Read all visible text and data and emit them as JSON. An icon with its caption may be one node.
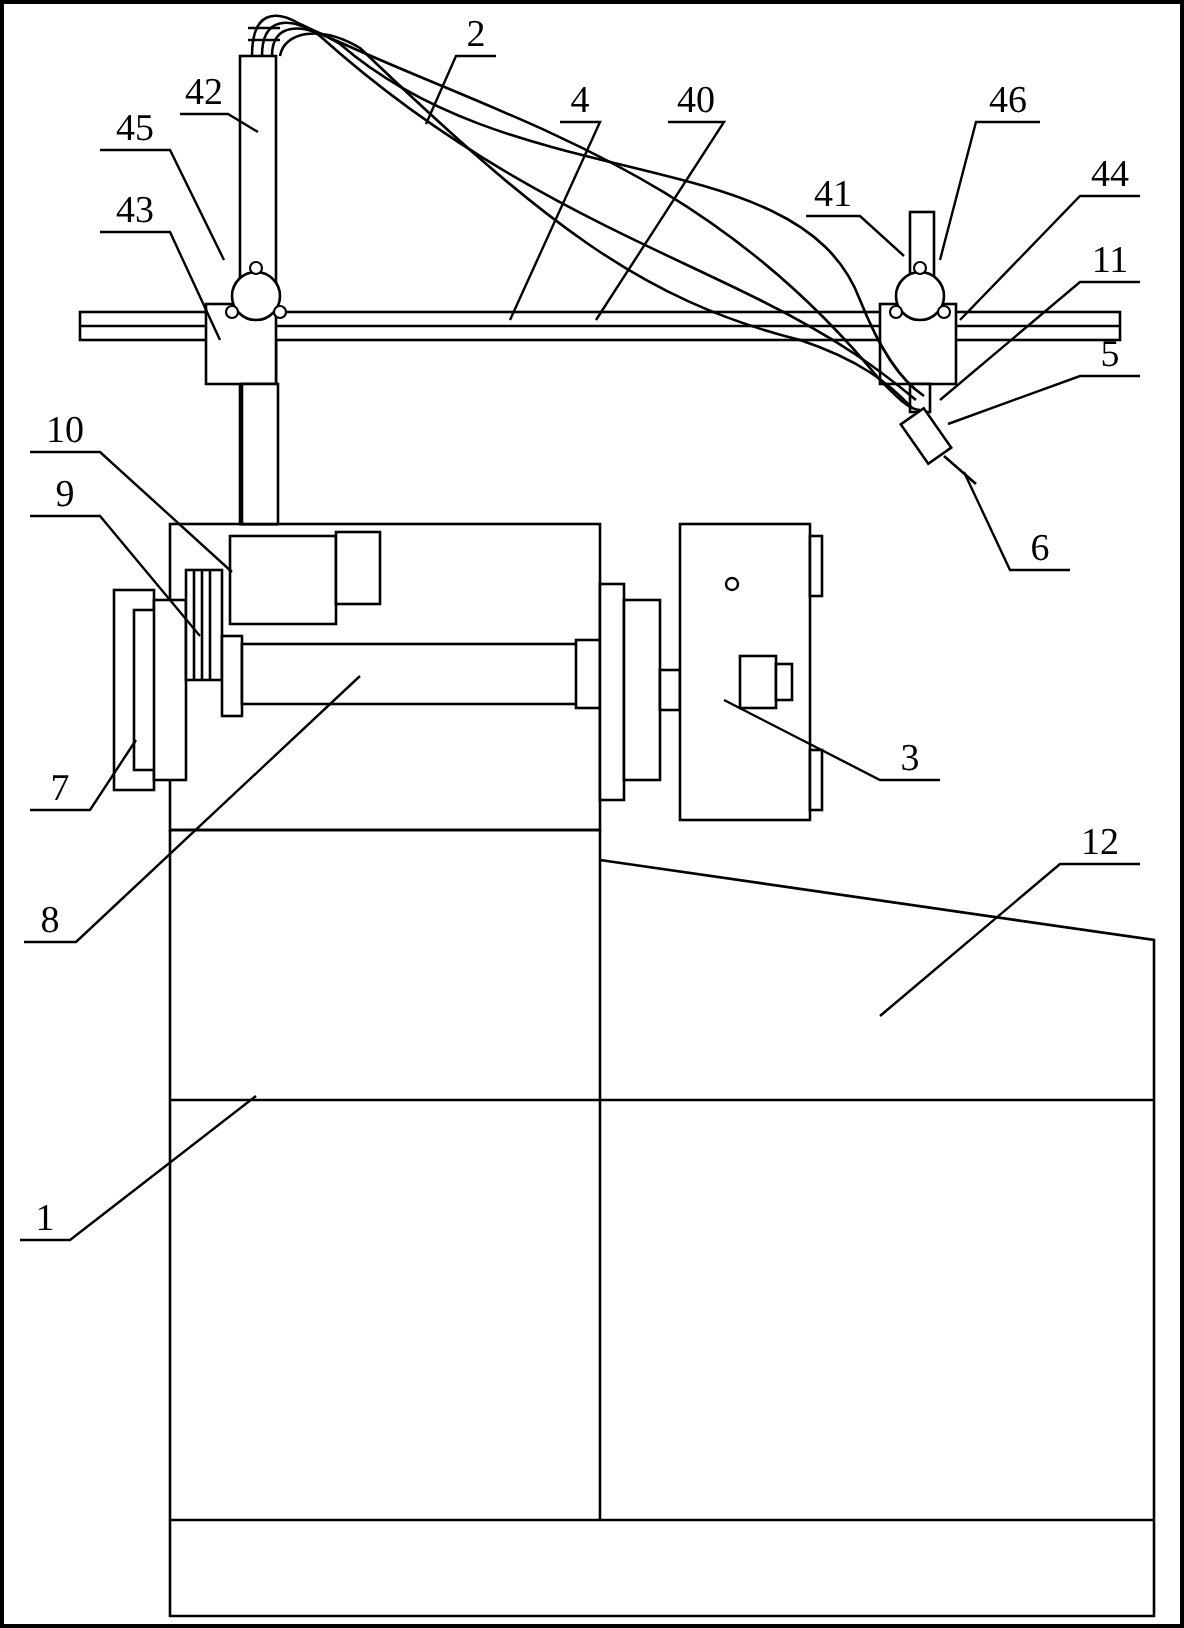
{
  "diagram": {
    "nodes": [
      {
        "text": [
          "42"
        ]
      },
      {
        "text": [
          "2"
        ]
      },
      {
        "text": [
          "4"
        ]
      },
      {
        "text": [
          "40"
        ]
      },
      {
        "text": [
          "41"
        ]
      },
      {
        "text": [
          "46"
        ]
      },
      {
        "text": [
          "45"
        ]
      },
      {
        "text": [
          "44"
        ]
      },
      {
        "text": [
          "43"
        ]
      },
      {
        "text": [
          "11"
        ]
      },
      {
        "text": [
          "5"
        ]
      },
      {
        "text": [
          "10"
        ]
      },
      {
        "text": [
          "9"
        ]
      },
      {
        "text": [
          "6"
        ]
      },
      {
        "text": [
          "7"
        ]
      },
      {
        "text": [
          "3"
        ]
      },
      {
        "text": [
          "12"
        ]
      },
      {
        "text": [
          "8"
        ]
      },
      {
        "text": [
          "1"
        ]
      }
    ],
    "edges": [
      {
        "from": 0,
        "to": null,
        "arrow": "none"
      },
      {
        "from": 1,
        "to": null,
        "arrow": "none"
      },
      {
        "from": 2,
        "to": null,
        "arrow": "none"
      },
      {
        "from": 3,
        "to": null,
        "arrow": "none"
      },
      {
        "from": 4,
        "to": null,
        "arrow": "none"
      },
      {
        "from": 5,
        "to": null,
        "arrow": "none"
      },
      {
        "from": 6,
        "to": null,
        "arrow": "none"
      },
      {
        "from": 7,
        "to": null,
        "arrow": "none"
      },
      {
        "from": 8,
        "to": null,
        "arrow": "none"
      },
      {
        "from": 9,
        "to": null,
        "arrow": "none"
      },
      {
        "from": 10,
        "to": null,
        "arrow": "none"
      },
      {
        "from": 11,
        "to": null,
        "arrow": "none"
      },
      {
        "from": 12,
        "to": null,
        "arrow": "none"
      },
      {
        "from": 13,
        "to": null,
        "arrow": "none"
      },
      {
        "from": 14,
        "to": null,
        "arrow": "none"
      },
      {
        "from": 15,
        "to": null,
        "arrow": "none"
      },
      {
        "from": 16,
        "to": null,
        "arrow": "none"
      },
      {
        "from": 17,
        "to": null,
        "arrow": "none"
      },
      {
        "from": 18,
        "to": null,
        "arrow": "none"
      }
    ]
  }
}
